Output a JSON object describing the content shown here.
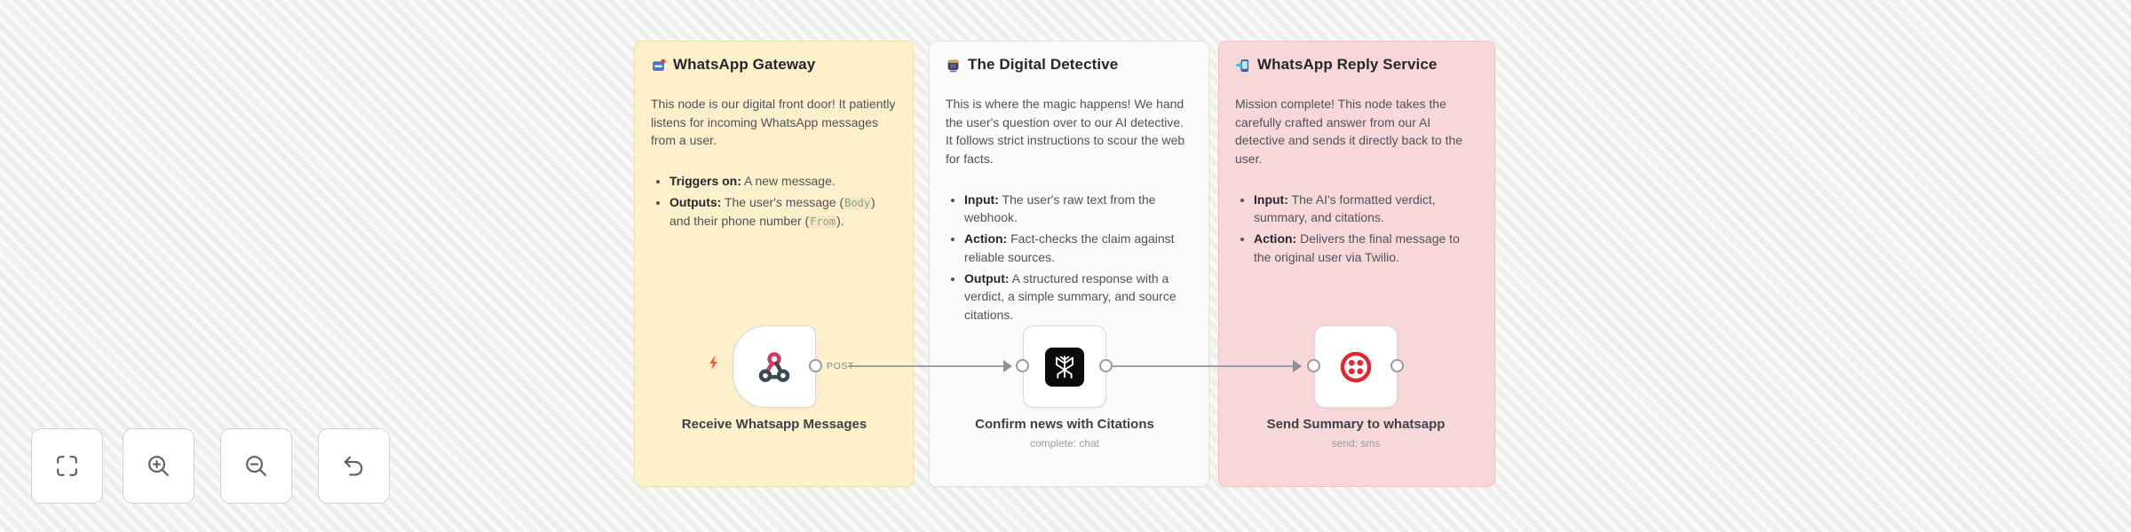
{
  "notes": [
    {
      "icon": "inbox-icon",
      "title": "WhatsApp Gateway",
      "paragraph": "This node is our digital front door! It patiently listens for incoming WhatsApp messages from a user.",
      "bullets": [
        {
          "lead": "Triggers on:",
          "text": " A new message."
        },
        {
          "lead": "Outputs:",
          "text_1": " The user's message (",
          "code_1": "Body",
          "text_2": ") and their phone number (",
          "code_2": "From",
          "text_3": ")."
        }
      ]
    },
    {
      "icon": "monitor-icon",
      "title": "The Digital Detective",
      "paragraph": "This is where the magic happens! We hand the user's question over to our AI detective. It follows strict instructions to scour the web for facts.",
      "bullets": [
        {
          "lead": "Input:",
          "text": " The user's raw text from the webhook."
        },
        {
          "lead": "Action:",
          "text": " Fact-checks the claim against reliable sources."
        },
        {
          "lead": "Output:",
          "text": " A structured response with a verdict, a simple summary, and source citations."
        }
      ]
    },
    {
      "icon": "phone-arrow-icon",
      "title": "WhatsApp Reply Service",
      "paragraph": "Mission complete! This node takes the carefully crafted answer from our AI detective and sends it directly back to the user.",
      "bullets": [
        {
          "lead": "Input:",
          "text": " The AI's formatted verdict, summary, and citations."
        },
        {
          "lead": "Action:",
          "text": " Delivers the final message to the original user via Twilio."
        }
      ]
    }
  ],
  "nodes": [
    {
      "icon": "webhook-icon",
      "label": "Receive Whatsapp Messages",
      "output_label": "POST"
    },
    {
      "icon": "perplexity-icon",
      "label": "Confirm news with Citations",
      "subtitle": "complete: chat"
    },
    {
      "icon": "twilio-icon",
      "label": "Send Summary to whatsapp",
      "subtitle": "send: sms"
    }
  ],
  "controls": {
    "icons": [
      "zoom-to-fit-icon",
      "zoom-in-icon",
      "zoom-out-icon",
      "undo-icon"
    ]
  },
  "colors": {
    "sticky_yellow": "#fdf0cb",
    "sticky_white": "#fbfbfa",
    "sticky_pink": "#f8d7d9",
    "webhook_pink": "#cf3a63",
    "webhook_dark": "#3e4850",
    "twilio_red": "#e22731",
    "bolt_orange": "#f3583f",
    "edge_grey": "#9da0a6"
  }
}
